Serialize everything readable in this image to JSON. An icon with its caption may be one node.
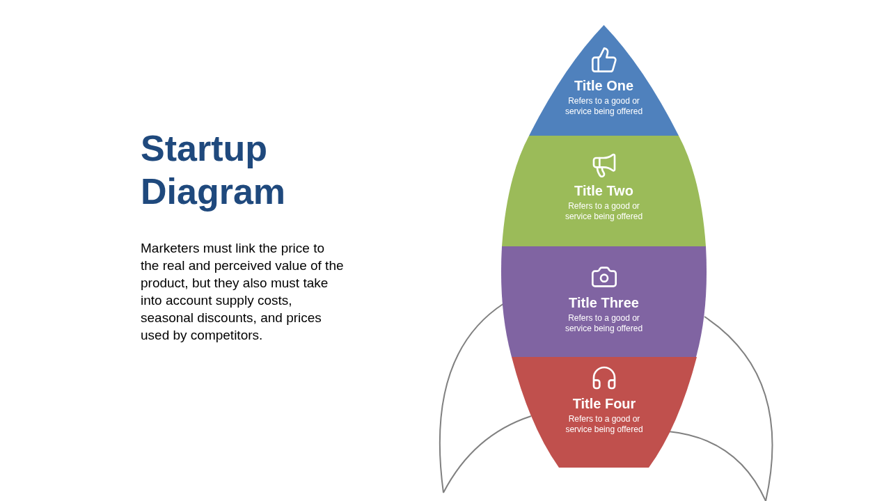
{
  "diagram": {
    "title": "Startup Diagram",
    "nodes": [
      {
        "text": [
          "Title One",
          "Refers to a good or service being offered"
        ]
      },
      {
        "text": [
          "Title Two",
          "Refers to a good or service being offered"
        ]
      },
      {
        "text": [
          "Title Three",
          "Refers to a good or service being offered"
        ]
      },
      {
        "text": [
          "Title Four",
          "Refers to a good or service being offered"
        ]
      }
    ],
    "labels": [
      "Marketers must link the price to the real and perceived value of the product, but they also must take into account supply costs, seasonal discounts, and prices used by competitors."
    ]
  }
}
